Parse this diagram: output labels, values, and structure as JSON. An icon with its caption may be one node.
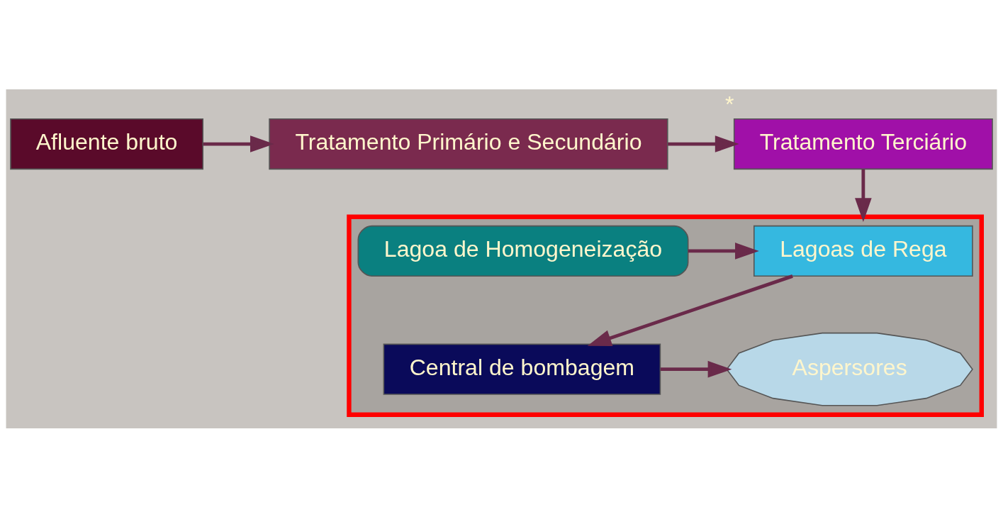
{
  "diagram": {
    "nodes": [
      {
        "text": [
          "Afluente bruto"
        ]
      },
      {
        "text": [
          "Tratamento Primário e Secundário"
        ]
      },
      {
        "text": [
          "Tratamento Terciário"
        ],
        "beside": [
          "*"
        ]
      },
      {
        "text": [],
        "shape": "box"
      },
      {
        "text": [
          "Lagoas de Rega"
        ],
        "in": 3
      },
      {
        "text": [
          "Lagoa de Homogeneização"
        ],
        "in": 3
      },
      {
        "text": [
          "Central de bombagem"
        ],
        "in": 3
      },
      {
        "text": [
          "Aspersores"
        ],
        "in": 3
      }
    ],
    "edges": [
      {
        "from": 0,
        "to": 1,
        "arrow": "to"
      },
      {
        "from": 1,
        "to": 2,
        "arrow": "to"
      },
      {
        "from": 2,
        "to": 3,
        "arrow": "to"
      },
      {
        "from": 5,
        "to": 4,
        "arrow": "to"
      },
      {
        "from": 4,
        "to": 6,
        "arrow": "to"
      },
      {
        "from": 6,
        "to": 7,
        "arrow": "to"
      }
    ]
  }
}
